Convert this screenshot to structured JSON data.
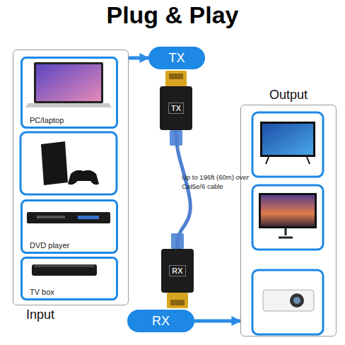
{
  "diagram": {
    "title": "Plug & Play",
    "nodes": [
      {
        "text": [
          "TX"
        ]
      },
      {
        "text": [
          "TX"
        ]
      },
      {
        "text": [
          "Output"
        ]
      },
      {
        "text": [
          "Input"
        ]
      },
      {
        "text": [
          "PC/laptop"
        ],
        "in": 3
      },
      {
        "text": [
          "DVD player"
        ],
        "in": 3
      },
      {
        "text": [
          "TV box"
        ],
        "in": 3
      },
      {
        "text": [
          "RX"
        ]
      },
      {
        "text": [
          "RX"
        ]
      }
    ],
    "edges": [
      {
        "from": 3,
        "to": 0,
        "arrow": "to"
      },
      {
        "from": 1,
        "to": 7,
        "label": "Up to 196ft (60m) over Cat5e/6 cable",
        "arrow": "none"
      },
      {
        "from": 8,
        "to": 2,
        "arrow": "to"
      }
    ]
  }
}
